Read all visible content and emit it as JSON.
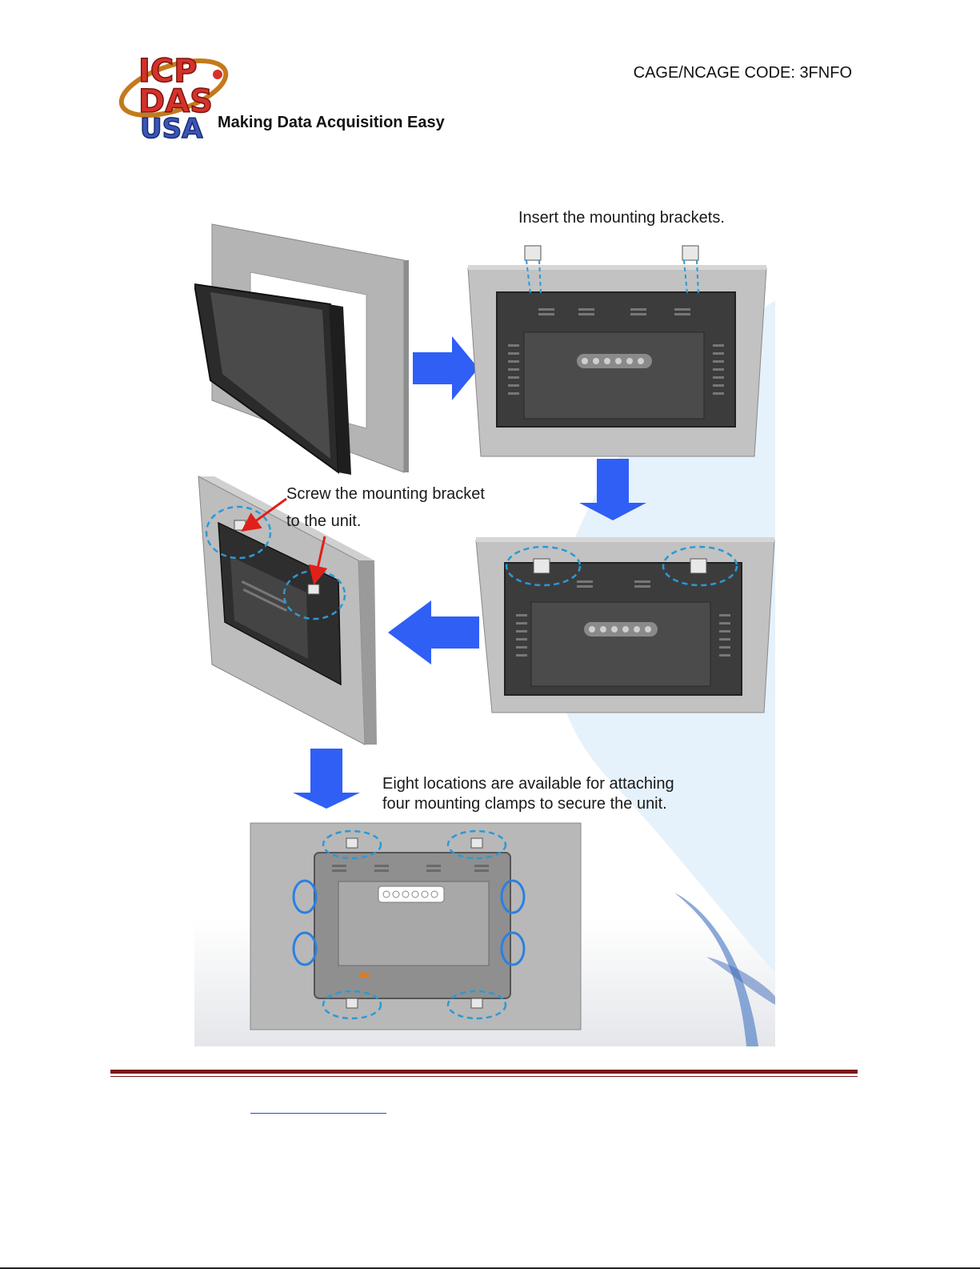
{
  "header": {
    "logo_text": [
      "ICP",
      "DAS",
      "USA"
    ],
    "tagline": "Making Data Acquisition Easy",
    "cage_code": "CAGE/NCAGE CODE: 3FNFO"
  },
  "figure": {
    "step1_caption": "Insert the mounting brackets.",
    "step2_caption_line1": "Screw the mounting bracket",
    "step2_caption_line2": "to the unit.",
    "step3_caption_line1": "Eight locations are available for attaching",
    "step3_caption_line2": "four mounting clamps to secure the unit."
  },
  "colors": {
    "arrow_blue": "#2f5ff5",
    "highlight_blue": "#2a9ad6",
    "footer_rule": "#7a1818"
  }
}
